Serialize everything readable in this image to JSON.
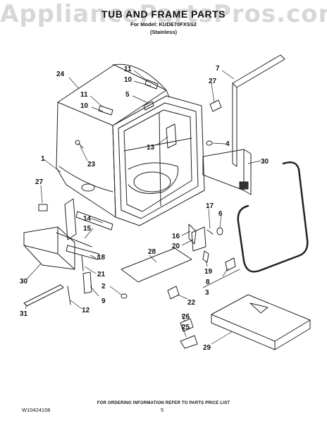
{
  "watermark": "AppliancePartsPros.com",
  "header": {
    "title": "TUB AND FRAME PARTS",
    "model_line": "For Model: KUDE70FXSS2",
    "variant": "(Stainless)"
  },
  "callouts": [
    "24",
    "11",
    "10",
    "5",
    "7",
    "27",
    "11",
    "10",
    "13",
    "4",
    "1",
    "23",
    "30",
    "27",
    "17",
    "6",
    "14",
    "15",
    "16",
    "20",
    "28",
    "18",
    "21",
    "19",
    "8",
    "30",
    "2",
    "9",
    "22",
    "3",
    "12",
    "26",
    "25",
    "29",
    "31"
  ],
  "footer": {
    "order_info": "FOR ORDERING INFORMATION REFER TO PARTS PRICE LIST",
    "doc_id": "W10424108",
    "page": "5"
  }
}
